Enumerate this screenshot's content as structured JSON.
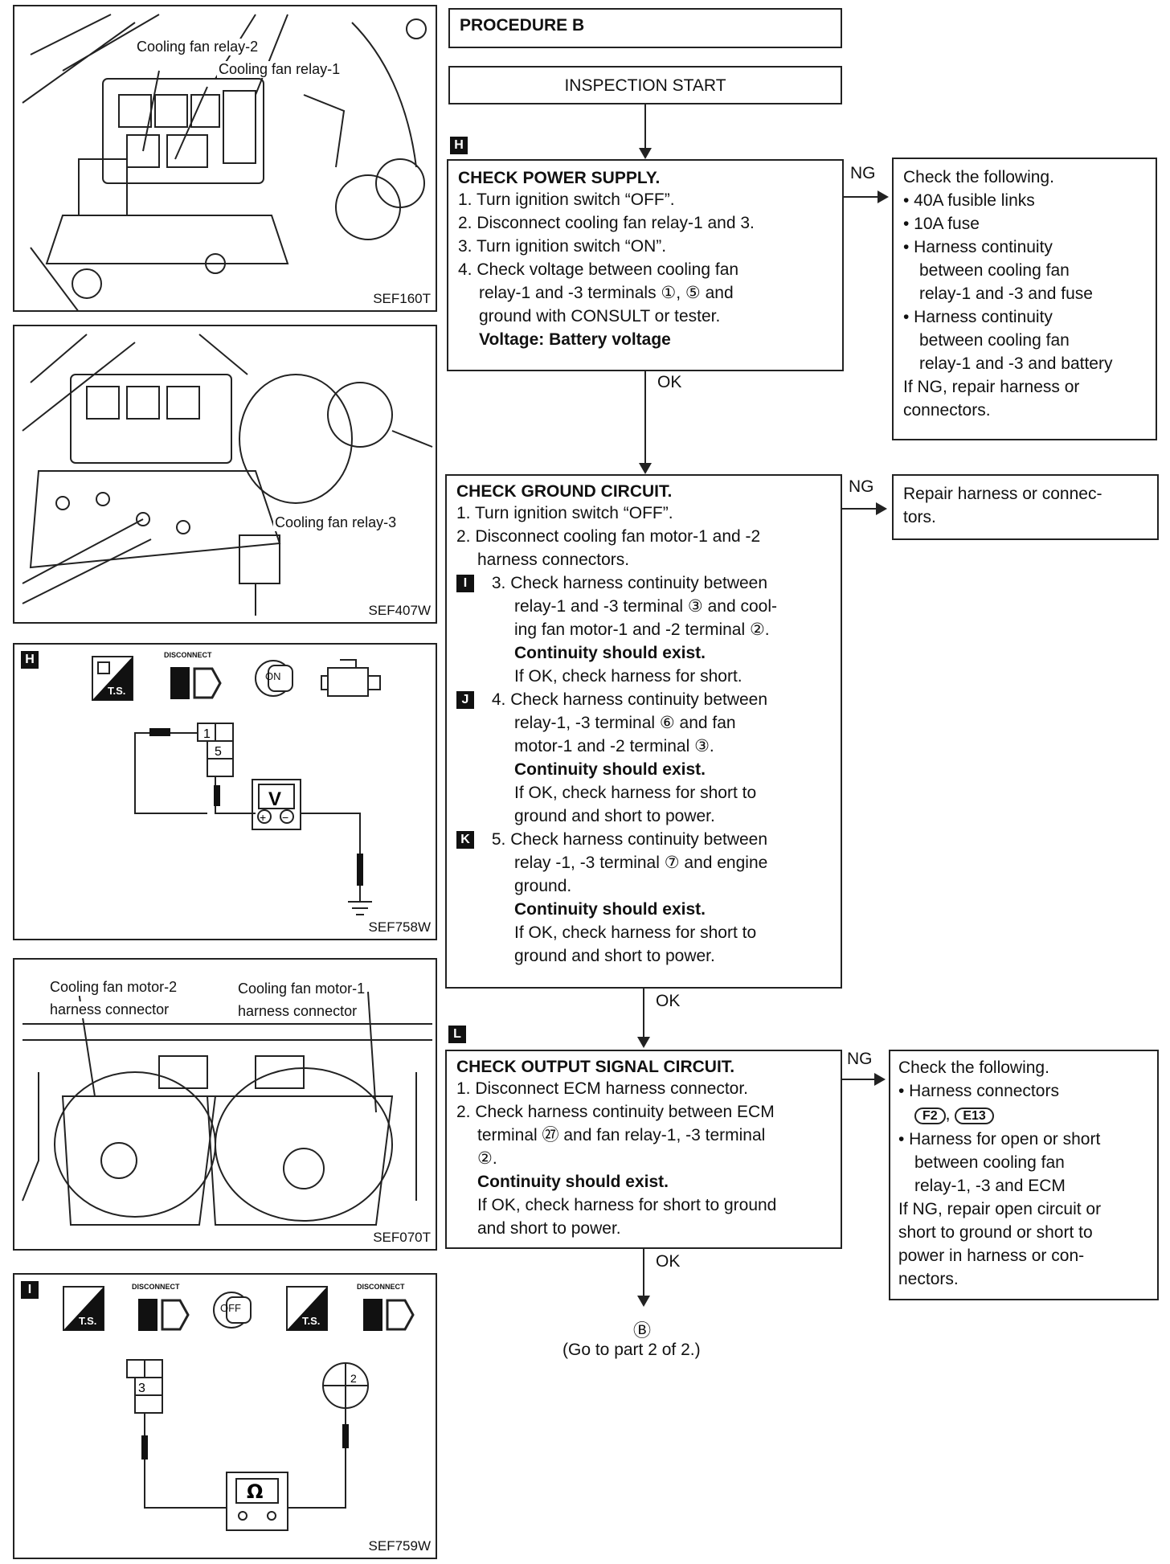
{
  "figures": {
    "fig1": {
      "id": "SEF160T",
      "callouts": [
        "Cooling fan relay-2",
        "Cooling fan relay-1"
      ]
    },
    "fig2": {
      "id": "SEF407W",
      "callouts": [
        "Cooling fan relay-3"
      ]
    },
    "fig3": {
      "id": "SEF758W",
      "marker": "H",
      "icons": [
        "T.S.",
        "DISCONNECT",
        "ON"
      ],
      "terminals": [
        "1",
        "5"
      ],
      "meter": "V"
    },
    "fig4": {
      "id": "SEF070T",
      "callouts": [
        "Cooling fan motor-2",
        "harness connector",
        "Cooling fan motor-1",
        "harness connector"
      ]
    },
    "fig5": {
      "id": "SEF759W",
      "marker": "I",
      "icons": [
        "T.S.",
        "DISCONNECT",
        "OFF",
        "T.S.",
        "DISCONNECT"
      ],
      "terminals": [
        "3",
        "2"
      ],
      "meter": "Ω"
    }
  },
  "flow": {
    "procedure_title": "PROCEDURE B",
    "start": "INSPECTION START",
    "step_h": {
      "marker": "H",
      "title": "CHECK POWER SUPPLY.",
      "lines": [
        "1. Turn ignition switch “OFF”.",
        "2. Disconnect cooling fan relay-1 and 3.",
        "3. Turn ignition switch “ON”.",
        "4. Check voltage between cooling fan",
        "relay-1 and -3 terminals ①, ⑤ and",
        "ground with CONSULT or tester."
      ],
      "spec": "Voltage: Battery voltage",
      "ng_label": "NG",
      "ok_label": "OK",
      "ng_box": {
        "lines": [
          "Check the following.",
          "• 40A fusible links",
          "• 10A fuse",
          "• Harness continuity",
          "between cooling fan",
          "relay-1 and -3 and fuse",
          "• Harness continuity",
          "between cooling fan",
          "relay-1 and -3 and battery",
          "If NG, repair harness or",
          "connectors."
        ]
      }
    },
    "step_ground": {
      "title": "CHECK GROUND CIRCUIT.",
      "lines_a": [
        "1. Turn ignition switch “OFF”.",
        "2. Disconnect cooling fan motor-1 and -2",
        "harness connectors."
      ],
      "sub_i": {
        "marker": "I",
        "lines": [
          "3. Check harness continuity between",
          "relay-1 and -3 terminal ③ and cool-",
          "ing fan motor-1 and -2 terminal ②."
        ],
        "spec": "Continuity should exist.",
        "note": "If OK, check harness for short."
      },
      "sub_j": {
        "marker": "J",
        "lines": [
          "4. Check harness continuity between",
          "relay-1, -3 terminal ⑥ and fan",
          "motor-1 and -2 terminal ③."
        ],
        "spec": "Continuity should exist.",
        "note_lines": [
          "If OK, check harness for short to",
          "ground and short to power."
        ]
      },
      "sub_k": {
        "marker": "K",
        "lines": [
          "5. Check harness continuity between",
          "relay -1, -3 terminal ⑦ and engine",
          "ground."
        ],
        "spec": "Continuity should exist.",
        "note_lines": [
          "If OK, check harness for short to",
          "ground and short to power."
        ]
      },
      "ng_label": "NG",
      "ok_label": "OK",
      "ng_box": {
        "lines": [
          "Repair harness or connec-",
          "tors."
        ]
      }
    },
    "step_l": {
      "marker": "L",
      "title": "CHECK OUTPUT SIGNAL CIRCUIT.",
      "lines": [
        "1. Disconnect ECM harness connector.",
        "2. Check harness continuity between ECM",
        "terminal ㉗ and fan relay-1, -3 terminal",
        "②."
      ],
      "spec": "Continuity should exist.",
      "note_lines": [
        "If OK, check harness for short to ground",
        "and short to power."
      ],
      "ng_label": "NG",
      "ok_label": "OK",
      "ng_box": {
        "lines": [
          "Check the following.",
          "• Harness connectors",
          "• Harness for open or short",
          "between cooling fan",
          "relay-1, -3 and ECM",
          "If NG, repair open circuit or",
          "short to ground or short to",
          "power in harness or con-",
          "nectors."
        ],
        "connectors": [
          "F2",
          "E13"
        ]
      }
    },
    "end": {
      "symbol": "Ⓑ",
      "text": "(Go to part 2 of 2.)"
    }
  }
}
